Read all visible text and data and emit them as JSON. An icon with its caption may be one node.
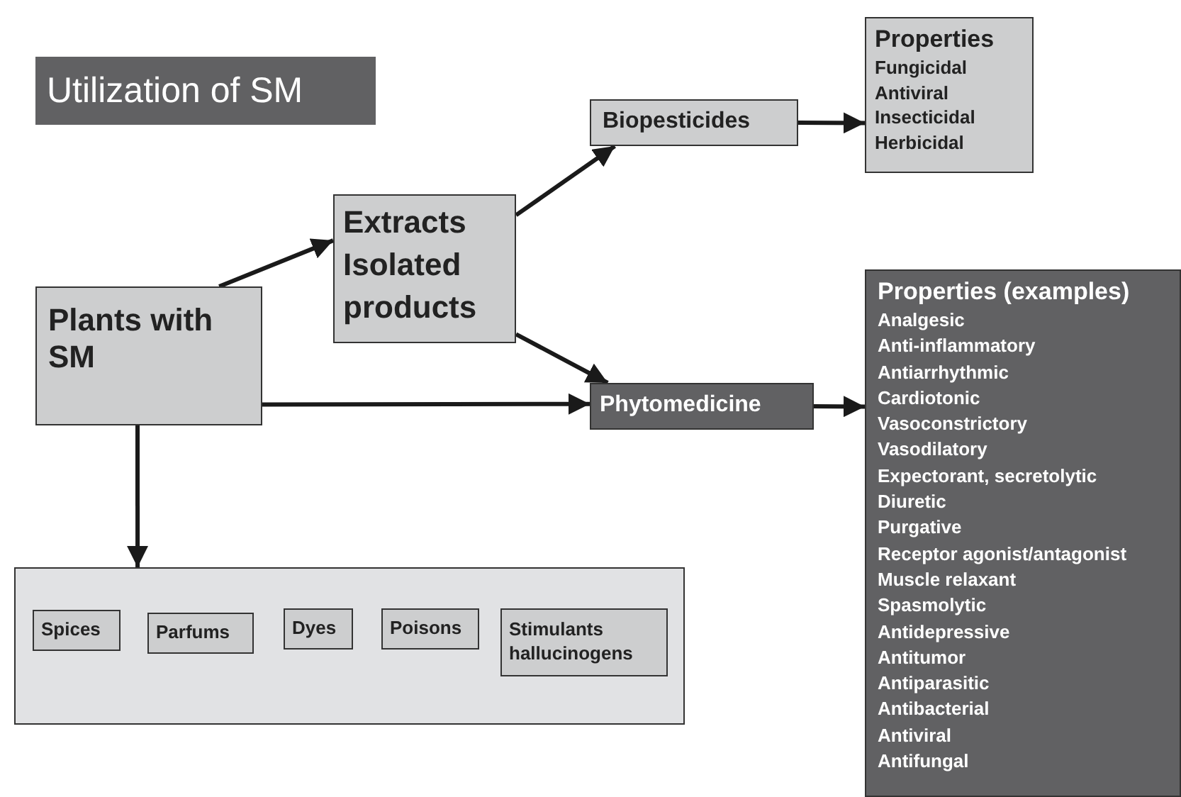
{
  "diagram": {
    "title": "Utilization of SM",
    "nodes": [
      {
        "text": [
          "Plants with SM"
        ]
      },
      {
        "text": [
          "Extracts Isolated products"
        ]
      },
      {
        "text": [
          "Biopesticides"
        ]
      },
      {
        "text": [
          "Properties",
          "Fungicidal",
          "Antiviral",
          "Insecticidal",
          "Herbicidal"
        ]
      },
      {
        "text": [
          "Phytomedicine"
        ]
      },
      {
        "text": [
          "Properties (examples)",
          "Analgesic",
          "Anti-inflammatory",
          "Antiarrhythmic",
          "Cardiotonic",
          "Vasoconstrictory",
          "Vasodilatory",
          "Expectorant, secretolytic",
          "Diuretic",
          "Purgative",
          "Receptor agonist/antagonist",
          "Muscle relaxant",
          "Spasmolytic",
          "Antidepressive",
          "Antitumor",
          "Antiparasitic",
          "Antibacterial",
          "Antiviral",
          "Antifungal"
        ]
      },
      {
        "text": [],
        "shape": "box"
      },
      {
        "text": [
          "Spices"
        ],
        "in": 6
      },
      {
        "text": [
          "Parfums"
        ],
        "in": 6
      },
      {
        "text": [
          "Dyes"
        ],
        "in": 6
      },
      {
        "text": [
          "Poisons"
        ],
        "in": 6
      },
      {
        "text": [
          "Stimulants hallucinogens"
        ],
        "in": 6
      }
    ],
    "edges": [
      {
        "from": 0,
        "to": 1,
        "arrow": "to"
      },
      {
        "from": 1,
        "to": 2,
        "arrow": "to"
      },
      {
        "from": 1,
        "to": 4,
        "arrow": "to"
      },
      {
        "from": 0,
        "to": 4,
        "arrow": "to"
      },
      {
        "from": 2,
        "to": 3,
        "arrow": "to"
      },
      {
        "from": 4,
        "to": 5,
        "arrow": "to"
      },
      {
        "from": 0,
        "to": 6,
        "arrow": "to"
      }
    ]
  }
}
